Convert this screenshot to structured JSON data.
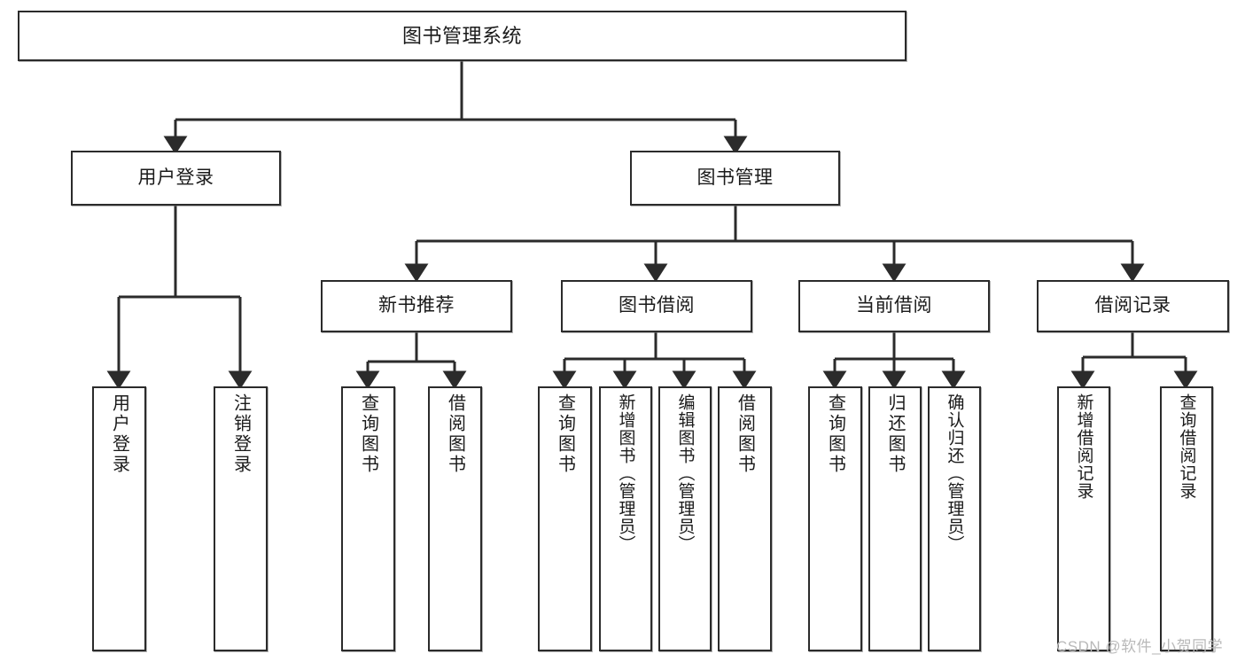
{
  "diagram": {
    "title": "图书管理系统",
    "type": "tree-hierarchy-chart",
    "line_color": "#2b2b2b",
    "box_fill": "#ffffff",
    "text_color": "#1a1a1a"
  },
  "watermark": {
    "text": "CSDN @软件_小贺同学",
    "color": "#b9b9b9"
  },
  "nodes": {
    "root": {
      "label": "图书管理系统"
    },
    "level1": [
      {
        "id": "user-login",
        "label": "用户登录"
      },
      {
        "id": "book-management",
        "label": "图书管理"
      }
    ],
    "level2": [
      {
        "id": "new-book-recommend",
        "label": "新书推荐"
      },
      {
        "id": "book-borrow",
        "label": "图书借阅"
      },
      {
        "id": "current-borrow",
        "label": "当前借阅"
      },
      {
        "id": "borrow-record",
        "label": "借阅记录"
      }
    ],
    "leaves": {
      "user_login": [
        {
          "id": "leaf-user-login",
          "label": "用户登录"
        },
        {
          "id": "leaf-logout-login",
          "label": "注销登录"
        }
      ],
      "new_book_recommend": [
        {
          "id": "leaf-query-book-1",
          "label": "查询图书"
        },
        {
          "id": "leaf-borrow-book-1",
          "label": "借阅图书"
        }
      ],
      "book_borrow": [
        {
          "id": "leaf-query-book-2",
          "label": "查询图书"
        },
        {
          "id": "leaf-add-book",
          "label": "新增图书（管理员）"
        },
        {
          "id": "leaf-edit-book",
          "label": "编辑图书（管理员）"
        },
        {
          "id": "leaf-borrow-book-2",
          "label": "借阅图书"
        }
      ],
      "current_borrow": [
        {
          "id": "leaf-query-book-3",
          "label": "查询图书"
        },
        {
          "id": "leaf-return-book",
          "label": "归还图书"
        },
        {
          "id": "leaf-confirm-return",
          "label": "确认归还（管理员）"
        }
      ],
      "borrow_record": [
        {
          "id": "leaf-add-record",
          "label": "新增借阅记录"
        },
        {
          "id": "leaf-query-record",
          "label": "查询借阅记录"
        }
      ]
    }
  }
}
